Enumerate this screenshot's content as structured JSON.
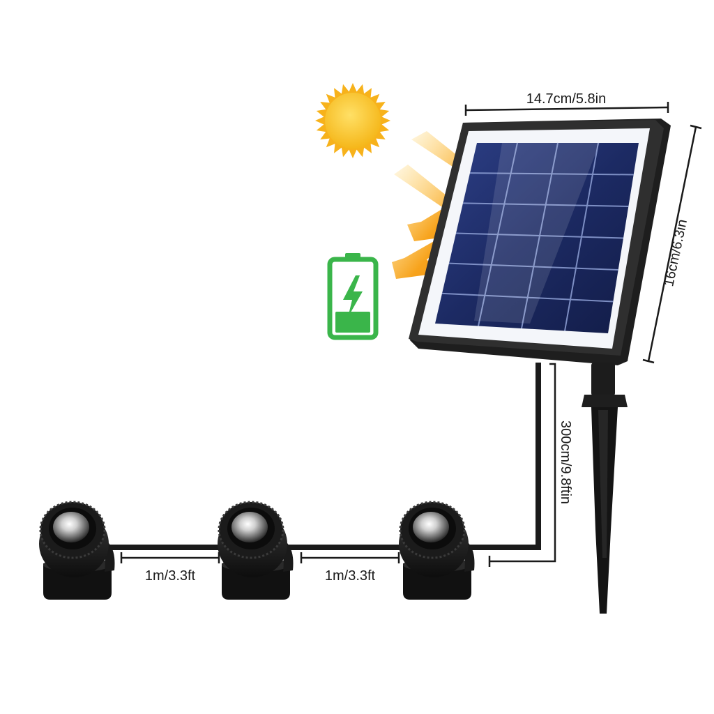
{
  "dimensions": {
    "panel_width": "14.7cm/5.8in",
    "panel_height": "16cm/6.3in",
    "cable_to_panel": "300cm/9.8ftin",
    "spacing_1": "1m/3.3ft",
    "spacing_2": "1m/3.3ft"
  },
  "colors": {
    "sun": "#f7c21b",
    "sun_ray": "#f39a1e",
    "battery": "#3ab54a",
    "panel_frame": "#2b2b2b",
    "panel_cell": "#1f2f6b",
    "cable": "#1a1a1a"
  },
  "icons": {
    "sun": "sun-icon",
    "battery": "battery-charging-icon",
    "arrows": "sunlight-arrow-icon"
  }
}
